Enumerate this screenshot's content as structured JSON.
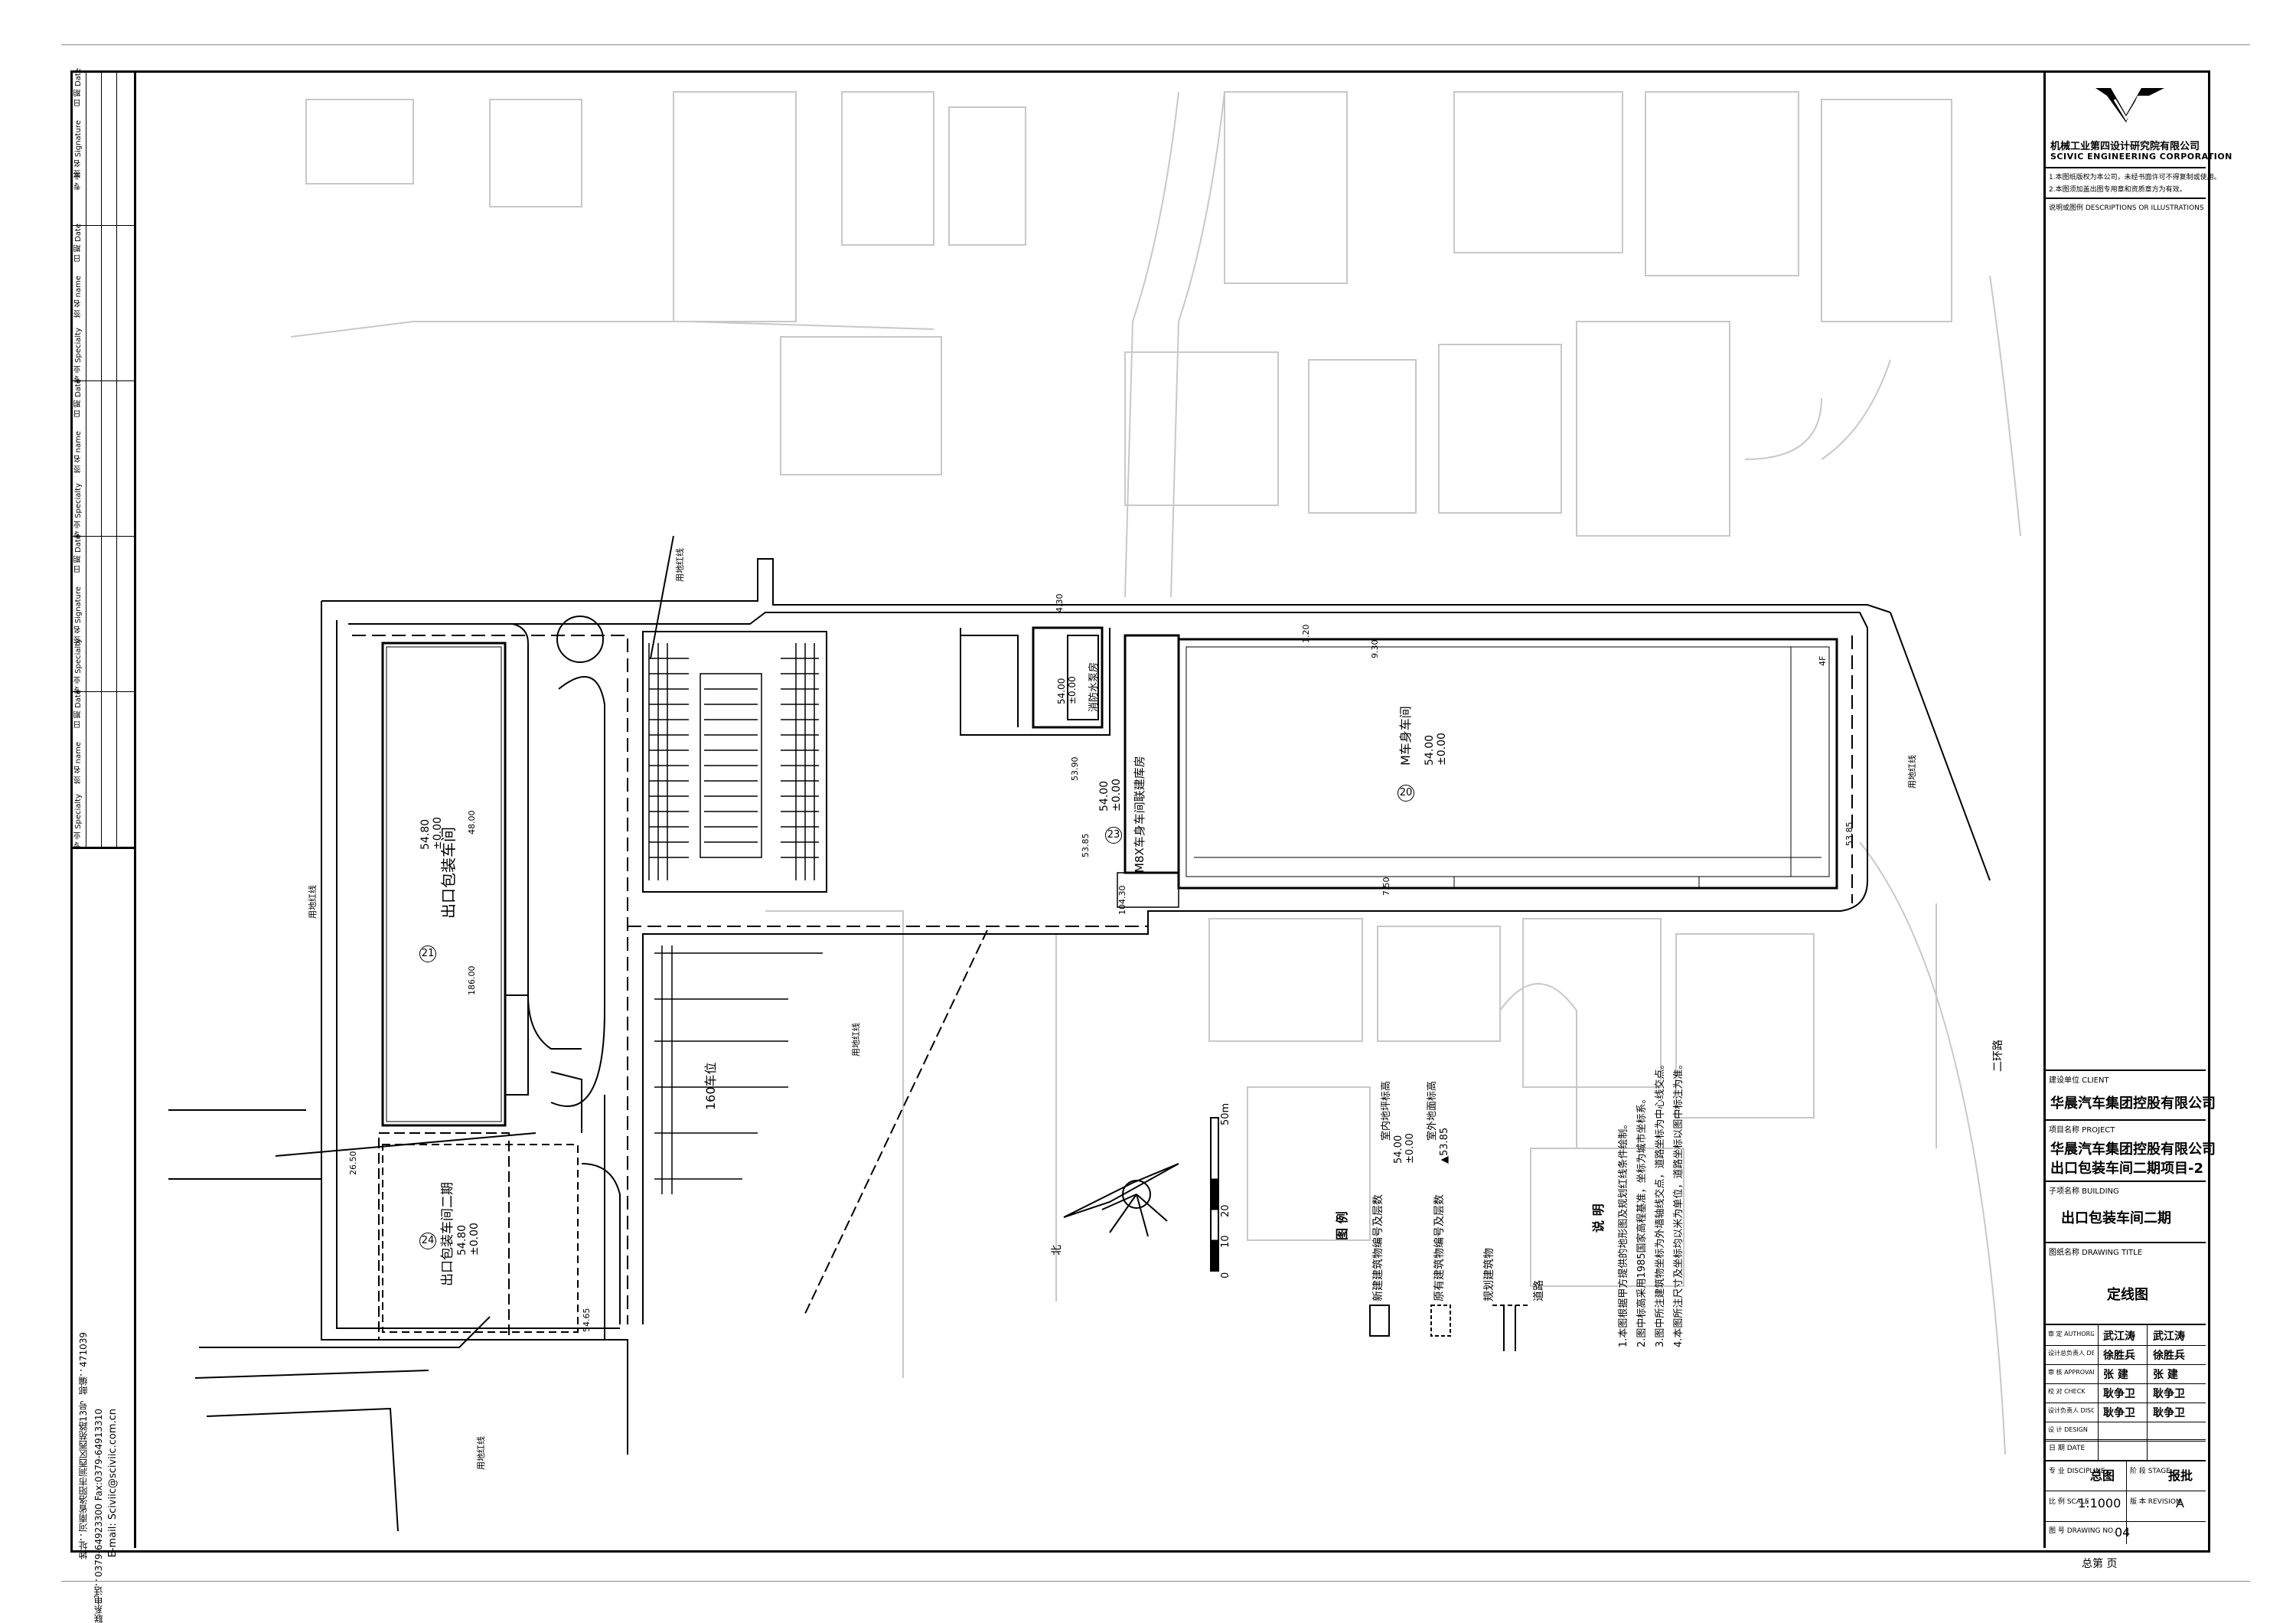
{
  "left_strip": {
    "rows": [
      [
        "专 业",
        "签 名 Signature",
        "日 期 Date"
      ],
      [
        "专 业 Specialty",
        "签 名 name",
        "日 期 Date"
      ],
      [
        "专 业 Specialty",
        "签 名 name",
        "日 期 Date"
      ],
      [
        "专 业 Specialty",
        "签 名 Signature",
        "日 期 Date"
      ],
      [
        "专 业 Specialty",
        "签 名 name",
        "日 期 Date"
      ]
    ],
    "address": "地址：河南省洛阳市涧西区西苑路13号",
    "postcode": "邮编：471039",
    "phone": "联系电话：0379-64923300  Fax:0379-64913310",
    "email": "E-mail: Sciviic@sciviic.com.cn"
  },
  "title_block": {
    "company_cn": "机械工业第四设计研究院有限公司",
    "company_en": "SCIVIC ENGINEERING CORPORATION",
    "notes": [
      "1.本图纸版权为本公司，未经书面许可不得复制或使用。",
      "2.本图须加盖出图专用章和资质章方为有效。"
    ],
    "desc_label": "说明或图例  DESCRIPTIONS OR ILLUSTRATIONS",
    "client_label": "建设单位  CLIENT",
    "client": "华晨汽车集团控股有限公司",
    "project_label": "项目名称  PROJECT",
    "project_line1": "华晨汽车集团控股有限公司",
    "project_line2": "出口包装车间二期项目-2",
    "building_label": "子项名称  BUILDING",
    "building": "出口包装车间二期",
    "drawing_title_label": "图纸名称  DRAWING TITLE",
    "drawing_title": "定线图",
    "signatures": [
      {
        "role": "审 定 AUTHORIZED",
        "a": "武江涛",
        "b": "武江涛"
      },
      {
        "role": "设计总负责人 DESIGN MANAGER",
        "a": "徐胜兵",
        "b": "徐胜兵"
      },
      {
        "role": "审 核 APPROVAL",
        "a": "张 建",
        "b": "张 建"
      },
      {
        "role": "校 对 CHECK",
        "a": "耿争卫",
        "b": "耿争卫"
      },
      {
        "role": "设计负责人 DISCIPLINE LEAD",
        "a": "耿争卫",
        "b": "耿争卫"
      },
      {
        "role": "设 计 DESIGN",
        "a": "",
        "b": ""
      }
    ],
    "date_label": "日 期 DATE",
    "discipline_label": "专 业 DISCIPLINE",
    "discipline": "总图",
    "stage_label": "阶 段 STAGE",
    "stage": "报批",
    "scale_label": "比 例 SCALE",
    "scale": "1:1000",
    "revision_label": "版 本 REVISION",
    "revision": "A",
    "drawing_no_label": "图 号 DRAWING NO.",
    "drawing_no": "04",
    "pages": "总第   页"
  },
  "plan": {
    "legend_title": "图 例",
    "legend_items": [
      {
        "label": "新建建筑物编号及层数",
        "note": "室内地坪标高",
        "value": "54.00\n±0.00"
      },
      {
        "label": "原有建筑物编号及层数",
        "note": "室外地面标高",
        "value": "▲53.85"
      },
      {
        "label": "规划建筑物",
        "note": "",
        ",value": ""
      },
      {
        "label": "道路",
        "note": "",
        "value": ""
      }
    ],
    "notes_title": "说 明",
    "notes": [
      "1.本图根据甲方提供的地形图及规划红线条件绘制。",
      "2.图中标高采用1985国家高程基准，坐标为城市坐标系。",
      "3.图中所注建筑物坐标为外墙轴线交点，道路坐标为中心线交点。",
      "4.本图所注尺寸及坐标均以米为单位，道路坐标以图中标注为准。"
    ],
    "scale_bar": [
      "0",
      "10",
      "20",
      "50m"
    ],
    "north": "北",
    "road_label": "二环路",
    "red_line": "用地红线",
    "buildings": [
      {
        "no": "21",
        "name": "出口包装车间",
        "elev": "54.80\n±0.00"
      },
      {
        "no": "24",
        "name": "出口包装车间二期",
        "elev": "54.80\n±0.00"
      },
      {
        "no": "20",
        "name": "M车身车间",
        "elev": "54.00\n±0.00"
      },
      {
        "no": "23",
        "name": "M8X车身车间联建库房",
        "elev": "54.00\n±0.00"
      },
      {
        "no": "",
        "name": "消防水泵房",
        "elev": "54.00\n±0.00"
      }
    ],
    "parking": "160车位",
    "dims": [
      "48.00",
      "186.00",
      "26.50",
      "54.65",
      "4.30",
      "53.85",
      "53.90",
      "7.50",
      "104.30",
      "9.30",
      "4F",
      "53.85",
      "1.20"
    ]
  }
}
